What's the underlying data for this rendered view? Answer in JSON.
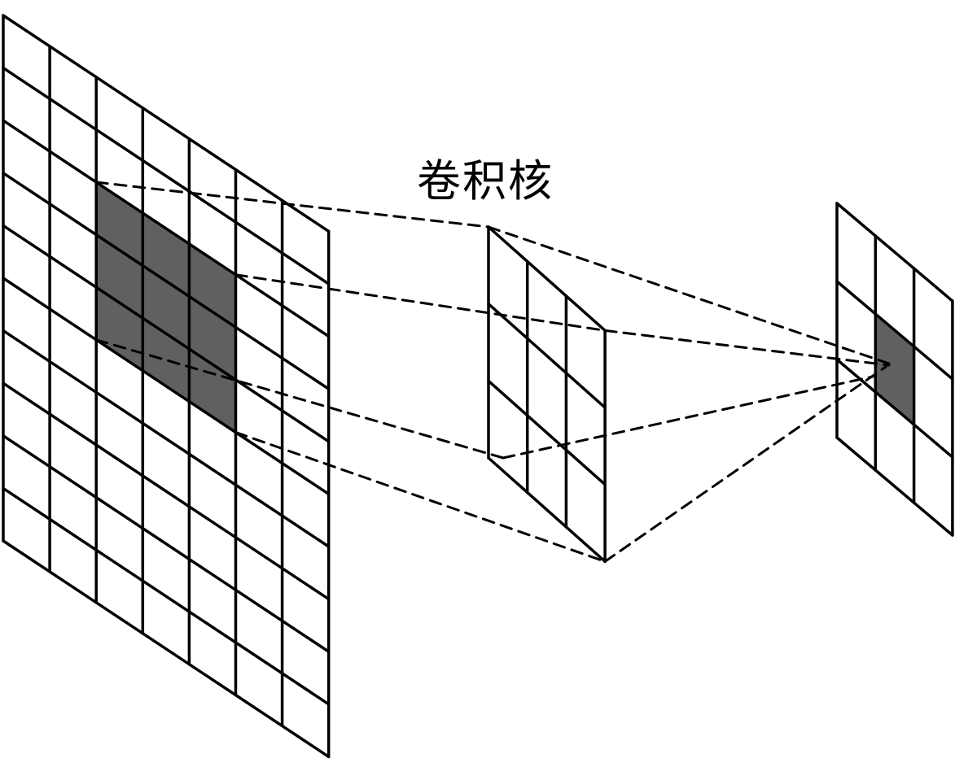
{
  "diagram": {
    "kernel_label": "卷积核",
    "input_grid": {
      "cols": 7,
      "rows": 10,
      "highlight": {
        "col_start": 2,
        "col_end": 5,
        "row_start": 2,
        "row_end": 5
      }
    },
    "kernel_grid": {
      "cols": 3,
      "rows": 3
    },
    "output_grid": {
      "cols": 3,
      "rows": 3,
      "highlight": {
        "col": 1,
        "row": 1
      }
    },
    "colors": {
      "line": "#000000",
      "highlight": "#606060",
      "background": "#ffffff"
    }
  }
}
